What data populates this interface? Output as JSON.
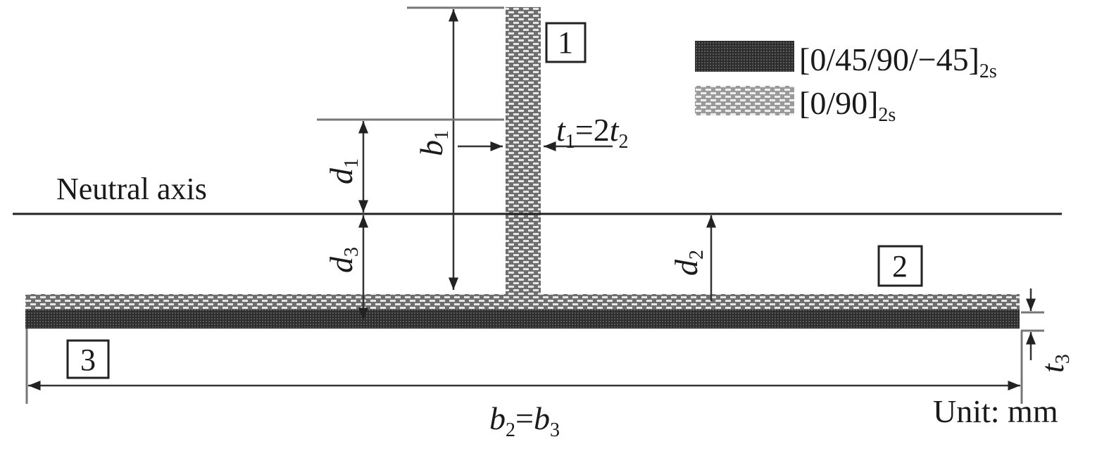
{
  "legend": {
    "dark_label": "[0/45/90/−45]",
    "dark_sub": "2s",
    "light_label": "[0/90]",
    "light_sub": "2s"
  },
  "labels": {
    "neutral_axis": "Neutral axis",
    "unit": "Unit: mm",
    "part1": "1",
    "part2": "2",
    "part3": "3",
    "b1": "b",
    "b1_sub": "1",
    "d1": "d",
    "d1_sub": "1",
    "d2": "d",
    "d2_sub": "2",
    "d3": "d",
    "d3_sub": "3",
    "t3": "t",
    "t3_sub": "3",
    "t1_eq": {
      "t": "t",
      "s1": "1",
      "eq": "=2",
      "t2": "t",
      "s2": "2"
    },
    "b2_eq": {
      "b": "b",
      "s2": "2",
      "eq": "=",
      "b3": "b",
      "s3": "3"
    }
  },
  "colors": {
    "dark_laminate": "#3a3a3a",
    "light_laminate": "#9a9a9a",
    "line": "#333333"
  }
}
